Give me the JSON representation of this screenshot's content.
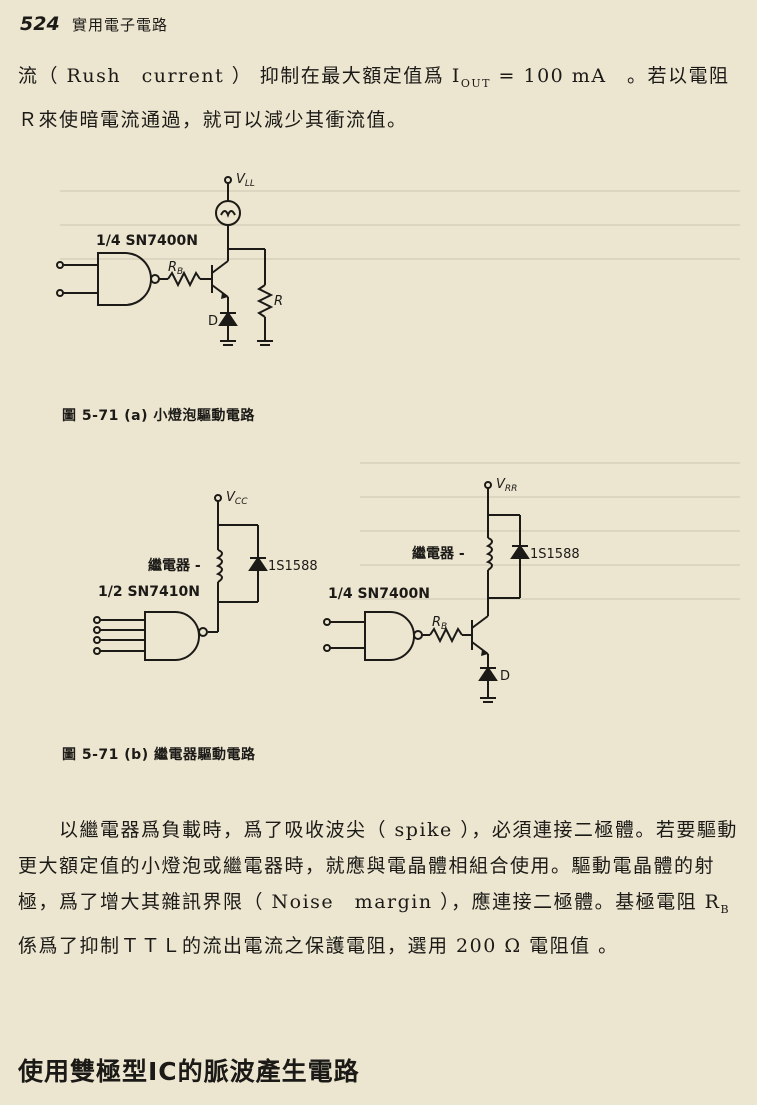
{
  "header": {
    "page_number": "524",
    "book_title": "實用電子電路"
  },
  "paragraph1": [
    "流（ Rush　current ） 抑制在最大額定值爲 I",
    "OUT",
    " = 100 mA　。若以電阻Ｒ來使暗電流通過，就可以減少其衝流值。"
  ],
  "figure_a": {
    "gate_label": "1/4 SN7400N",
    "vcc_label": "V",
    "vcc_sub": "LL",
    "rb_label": "R",
    "rb_sub": "B",
    "r_label": "R",
    "d_label": "D",
    "caption": "圖 5-71 (a)  小燈泡驅動電路"
  },
  "figure_b": {
    "left": {
      "vcc_label": "V",
      "vcc_sub": "CC",
      "relay_label": "繼電器 -",
      "diode_label": "1S1588",
      "gate_label": "1/2 SN7410N"
    },
    "right": {
      "vcc_label": "V",
      "vcc_sub": "RR",
      "relay_label": "繼電器 -",
      "diode_label": "1S1588",
      "gate_label": "1/4 SN7400N",
      "rb_label": "R",
      "rb_sub": "B",
      "d_label": "D"
    },
    "caption": "圖 5-71 (b)  繼電器驅動電路"
  },
  "paragraph2": [
    "　　以繼電器爲負載時，爲了吸收波尖（ spike ），必須連接二極體。若要驅動更大額定值的小燈泡或繼電器時，就應與電晶體相組合使用。驅動電晶體的射極，爲了增大其雜訊界限（ Noise　margin ），應連接二極體。基極電阻 R",
    "B",
    " 係爲了抑制ＴＴＬ的流出電流之保護電阻，選用 200 Ω 電阻值 。"
  ],
  "section_heading": "使用雙極型IC的脈波產生電路",
  "colors": {
    "paper": "#ece5cf",
    "ink": "#1b1a17",
    "bleed": "#7a7565"
  }
}
